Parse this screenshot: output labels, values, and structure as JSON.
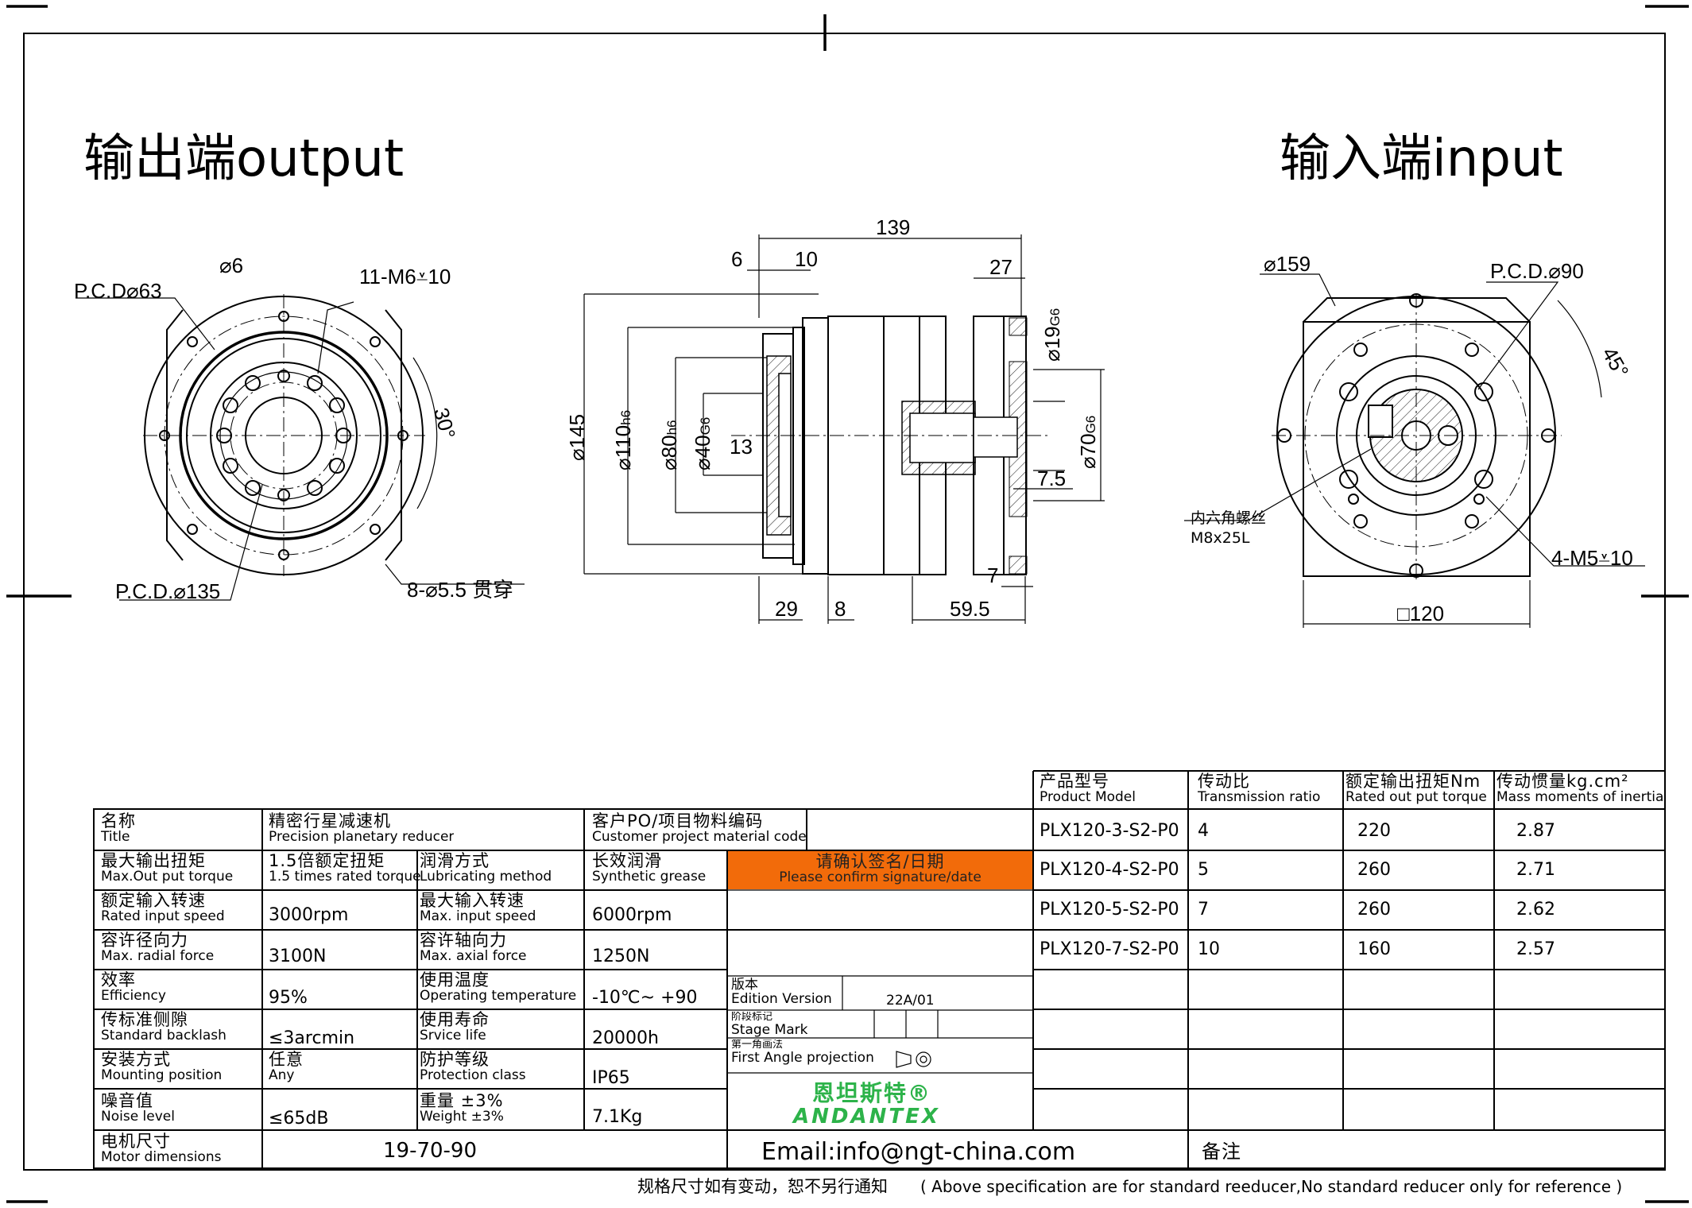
{
  "headings": {
    "output": "输出端output",
    "input": "输入端input"
  },
  "output_view": {
    "pcd63": "P.C.D⌀63",
    "hole6": "⌀6",
    "thread": "11-M6⩡10",
    "angle30": "30°",
    "pcd135": "P.C.D.⌀135",
    "through": "8-⌀5.5 贯穿"
  },
  "side_view": {
    "len139": "139",
    "d6": "6",
    "d10": "10",
    "d27": "27",
    "dia145": "⌀145",
    "dia110": "⌀110",
    "dia110_fit": "h6",
    "dia80": "⌀80",
    "dia80_fit": "h6",
    "dia40": "⌀40",
    "dia40_fit": "G6",
    "dia19": "⌀19",
    "dia19_fit": "G6",
    "dia70": "⌀70",
    "dia70_fit": "G6",
    "d13": "13",
    "d75": "7.5",
    "d7": "7",
    "d29": "29",
    "d8": "8",
    "d595": "59.5"
  },
  "input_view": {
    "dia159": "⌀159",
    "pcd90": "P.C.D.⌀90",
    "angle45": "45°",
    "screw_cn": "内六角螺丝",
    "screw_en": "M8x25L",
    "thread4": "4-M5⩡10",
    "square": "□120"
  },
  "spec_table": {
    "title": {
      "cn": "名称",
      "en": "Title"
    },
    "product": {
      "cn": "精密行星减速机",
      "en": "Precision planetary reducer"
    },
    "customer": {
      "cn": "客户PO/项目物料编码",
      "en": "Customer project material code"
    },
    "rows": [
      {
        "l1cn": "最大输出扭矩",
        "l1en": "Max.Out put torque",
        "v1cn": "1.5倍额定扭矩",
        "v1en": "1.5 times rated torque",
        "l2cn": "润滑方式",
        "l2en": "Lubricating method",
        "v2cn": "长效润滑",
        "v2en": "Synthetic grease"
      },
      {
        "l1cn": "额定输入转速",
        "l1en": "Rated input speed",
        "v1": "3000rpm",
        "l2cn": "最大输入转速",
        "l2en": "Max. input speed",
        "v2": "6000rpm"
      },
      {
        "l1cn": "容许径向力",
        "l1en": "Max. radial force",
        "v1": "3100N",
        "l2cn": "容许轴向力",
        "l2en": "Max. axial force",
        "v2": "1250N"
      },
      {
        "l1cn": "效率",
        "l1en": "Efficiency",
        "v1": "95%",
        "l2cn": "使用温度",
        "l2en": "Operating temperature",
        "v2": "-10℃~ +90"
      },
      {
        "l1cn": "传标准侧隙",
        "l1en": "Standard backlash",
        "v1": "≤3arcmin",
        "l2cn": "使用寿命",
        "l2en": "Srvice life",
        "v2": "20000h"
      },
      {
        "l1cn": "安装方式",
        "l1en": "Mounting position",
        "v1cn": "任意",
        "v1en": "Any",
        "l2cn": "防护等级",
        "l2en": "Protection class",
        "v2": "IP65"
      },
      {
        "l1cn": "噪音值",
        "l1en": "Noise level",
        "v1": "≤65dB",
        "l2cn": "重量 ±3%",
        "l2en": "Weight ±3%",
        "v2": "7.1Kg"
      }
    ],
    "motor": {
      "cn": "电机尺寸",
      "en": "Motor dimensions",
      "value": "19-70-90"
    },
    "confirm": {
      "cn": "请确认签名/日期",
      "en": "Please confirm signature/date"
    },
    "edition": {
      "cn": "版本",
      "en": "Edition Version",
      "value": "22A/01"
    },
    "stage": {
      "cn": "阶段标记",
      "en": "Stage Mark"
    },
    "projection": {
      "cn": "第一角画法",
      "en": "First Angle projection"
    },
    "logo_cn": "恩坦斯特®",
    "logo_en": "ANDANTEX",
    "email": "Email:info@ngt-china.com",
    "remark": "备注"
  },
  "model_table": {
    "headers": [
      {
        "cn": "产品型号",
        "en": "Product Model"
      },
      {
        "cn": "传动比",
        "en": "Transmission ratio"
      },
      {
        "cn": "额定输出扭矩Nm",
        "en": "Rated out put torque"
      },
      {
        "cn": "传动惯量kg.cm²",
        "en": "Mass moments of inertia"
      }
    ],
    "rows": [
      {
        "model": "PLX120-3-S2-P0",
        "ratio": "4",
        "torque": "220",
        "inertia": "2.87"
      },
      {
        "model": "PLX120-4-S2-P0",
        "ratio": "5",
        "torque": "260",
        "inertia": "2.71"
      },
      {
        "model": "PLX120-5-S2-P0",
        "ratio": "7",
        "torque": "260",
        "inertia": "2.62"
      },
      {
        "model": "PLX120-7-S2-P0",
        "ratio": "10",
        "torque": "160",
        "inertia": "2.57"
      }
    ]
  },
  "footer": {
    "cn": "规格尺寸如有变动，恕不另行通知",
    "en": "( Above specification are for standard reeducer,No standard reducer only for reference )"
  },
  "colors": {
    "confirm_bg": "#f26b0a",
    "logo": "#2db34a"
  }
}
